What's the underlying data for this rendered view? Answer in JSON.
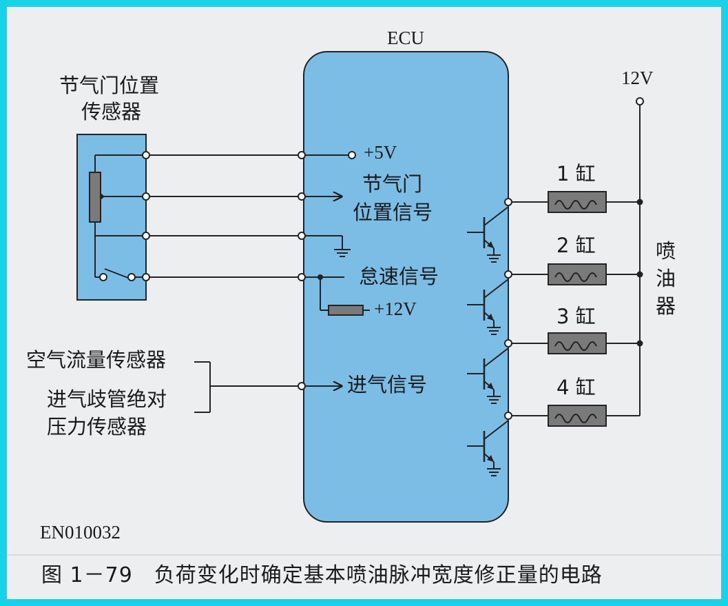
{
  "ecu_label": "ECU",
  "tps": {
    "title_line1": "节气门位置",
    "title_line2": "传感器"
  },
  "signals": {
    "plus5v": "+5V",
    "throttle_signal_line1": "节气门",
    "throttle_signal_line2": "位置信号",
    "idle_signal": "怠速信号",
    "plus12v": "+12V",
    "intake_signal": "进气信号"
  },
  "sensors": {
    "airflow": "空气流量传感器",
    "map_line1": "进气歧管绝对",
    "map_line2": "压力传感器"
  },
  "supply": "12V",
  "cylinders": [
    "1 缸",
    "2 缸",
    "3 缸",
    "4 缸"
  ],
  "injector_label": [
    "喷",
    "油",
    "器"
  ],
  "figure_code": "EN010032",
  "caption": "图 1－79　负荷变化时确定基本喷油脉冲宽度修正量的电路",
  "colors": {
    "frame": "#18d2e8",
    "paper": "#eceef0",
    "ecu_fill": "#7cbde6",
    "resistor": "#7a7a7a"
  }
}
